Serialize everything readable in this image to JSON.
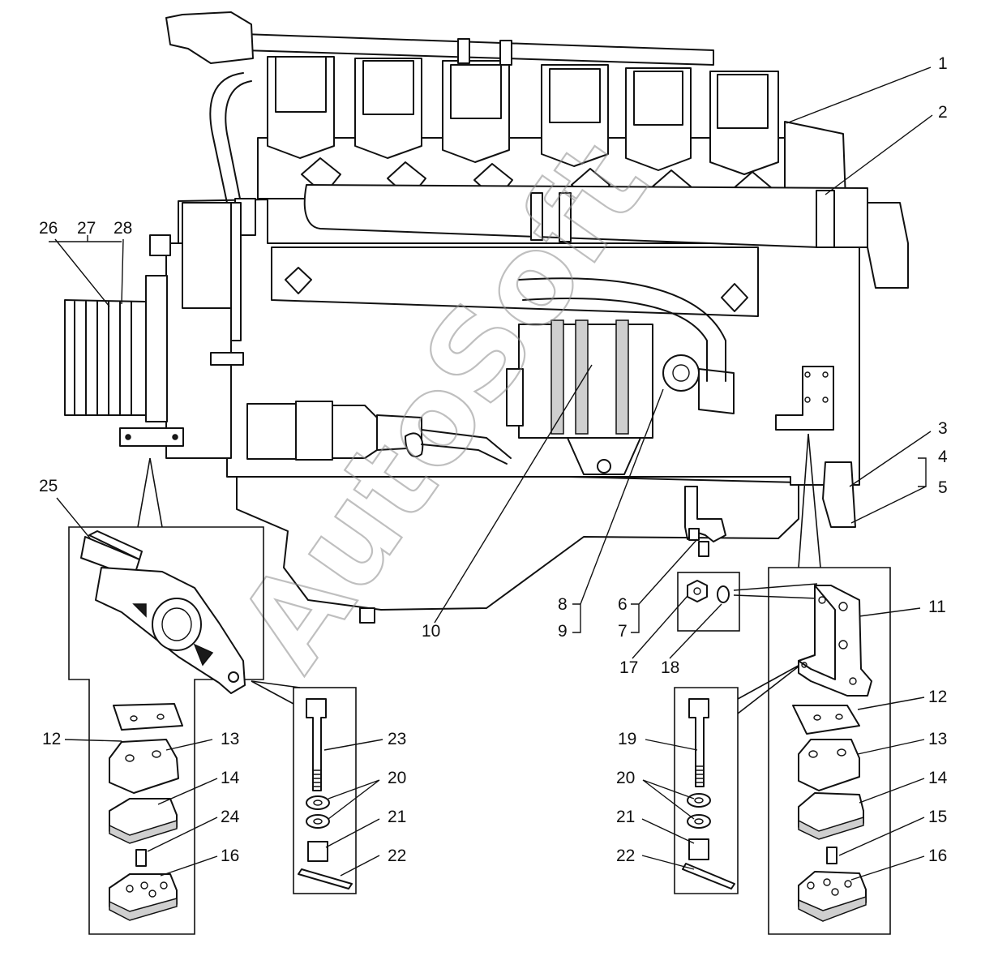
{
  "watermark": "AutoSoft",
  "callouts": {
    "c1": "1",
    "c2": "2",
    "c3": "3",
    "c4": "4",
    "c5": "5",
    "c6": "6",
    "c7": "7",
    "c8": "8",
    "c9": "9",
    "c10": "10",
    "c11": "11",
    "c12a": "12",
    "c12b": "12",
    "c13a": "13",
    "c13b": "13",
    "c14a": "14",
    "c14b": "14",
    "c15": "15",
    "c16a": "16",
    "c16b": "16",
    "c17": "17",
    "c18": "18",
    "c19": "19",
    "c20a": "20",
    "c20b": "20",
    "c21a": "21",
    "c21b": "21",
    "c22a": "22",
    "c22b": "22",
    "c23": "23",
    "c24": "24",
    "c25": "25",
    "c26": "26",
    "c27": "27",
    "c28": "28"
  }
}
